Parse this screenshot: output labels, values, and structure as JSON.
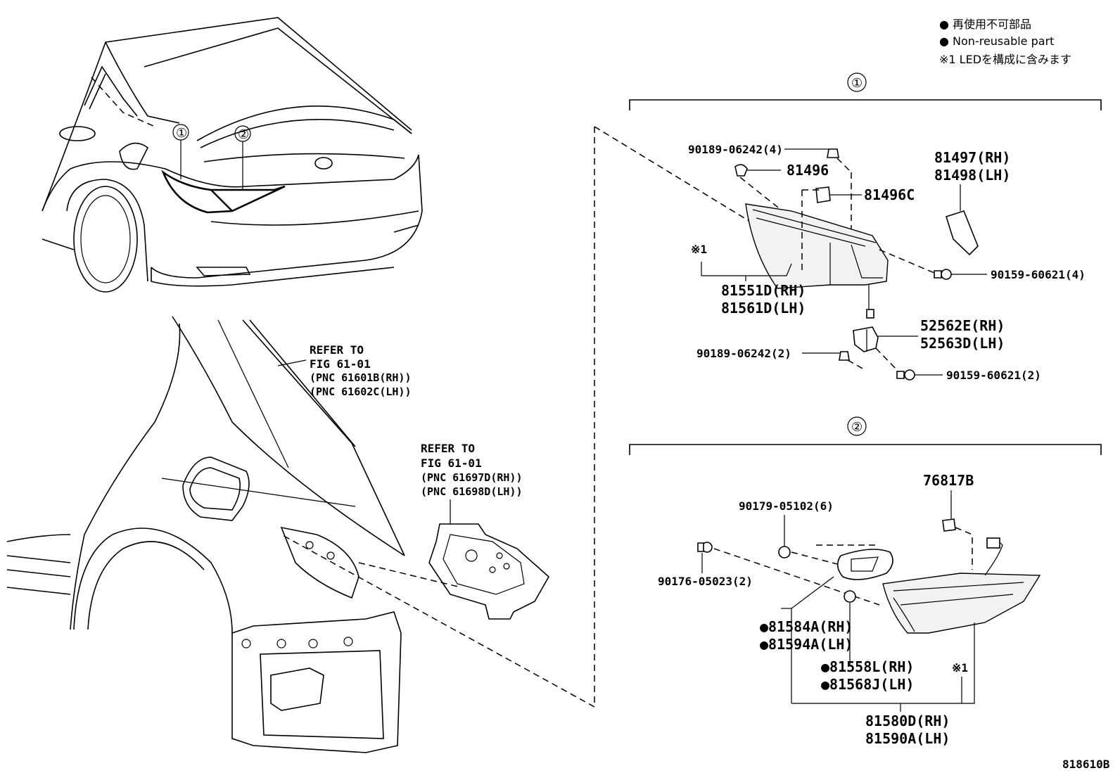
{
  "legend": {
    "line1": "● 再使用不可部品",
    "line2": "● Non-reusable part",
    "line3": "※1 LEDを構成に含みます"
  },
  "groups": {
    "g1": "①",
    "g2": "②"
  },
  "car_callouts": {
    "c1": "①",
    "c2": "②"
  },
  "refer1": {
    "l1": "REFER TO",
    "l2": "FIG 61-01",
    "l3": "(PNC 61601B(RH))",
    "l4": "(PNC 61602C(LH))"
  },
  "refer2": {
    "l1": "REFER TO",
    "l2": "FIG 61-01",
    "l3": "(PNC 61697D(RH))",
    "l4": "(PNC 61698D(LH))"
  },
  "parts_group1": {
    "p90189_4": "90189-06242(4)",
    "p81496": "81496",
    "p81496c": "81496C",
    "p81497": "81497(RH)",
    "p81498": "81498(LH)",
    "note_led": "※1",
    "p81551d": "81551D(RH)",
    "p81561d": "81561D(LH)",
    "p90159_4": "90159-60621(4)",
    "p52562e": "52562E(RH)",
    "p52563d": "52563D(LH)",
    "p90189_2": "90189-06242(2)",
    "p90159_2": "90159-60621(2)"
  },
  "parts_group2": {
    "p76817b": "76817B",
    "p90179": "90179-05102(6)",
    "p90176": "90176-05023(2)",
    "p81584a": "●81584A(RH)",
    "p81594a": "●81594A(LH)",
    "p81558l": "●81558L(RH)",
    "p81568j": "●81568J(LH)",
    "note_led": "※1",
    "p81580d": "81580D(RH)",
    "p81590a": "81590A(LH)"
  },
  "figure_id": "818610B"
}
